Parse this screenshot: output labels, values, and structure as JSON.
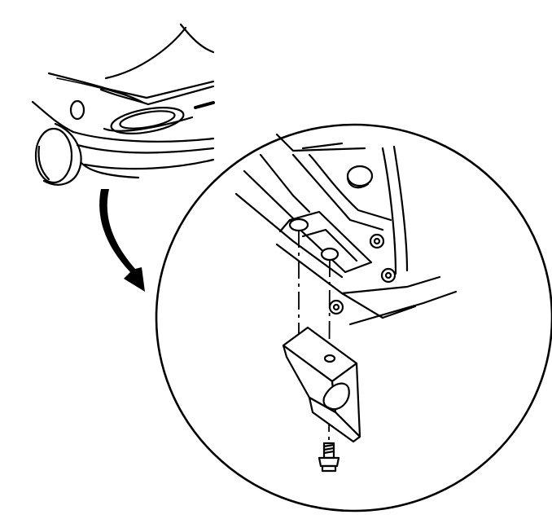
{
  "figure": {
    "badge_text": "",
    "colors": {
      "line": "#000000",
      "background": "#ffffff"
    },
    "parts": [
      "car-rear-view",
      "detail-arrow",
      "detail-circle",
      "body-panel",
      "mounting-bracket",
      "bolt"
    ]
  }
}
